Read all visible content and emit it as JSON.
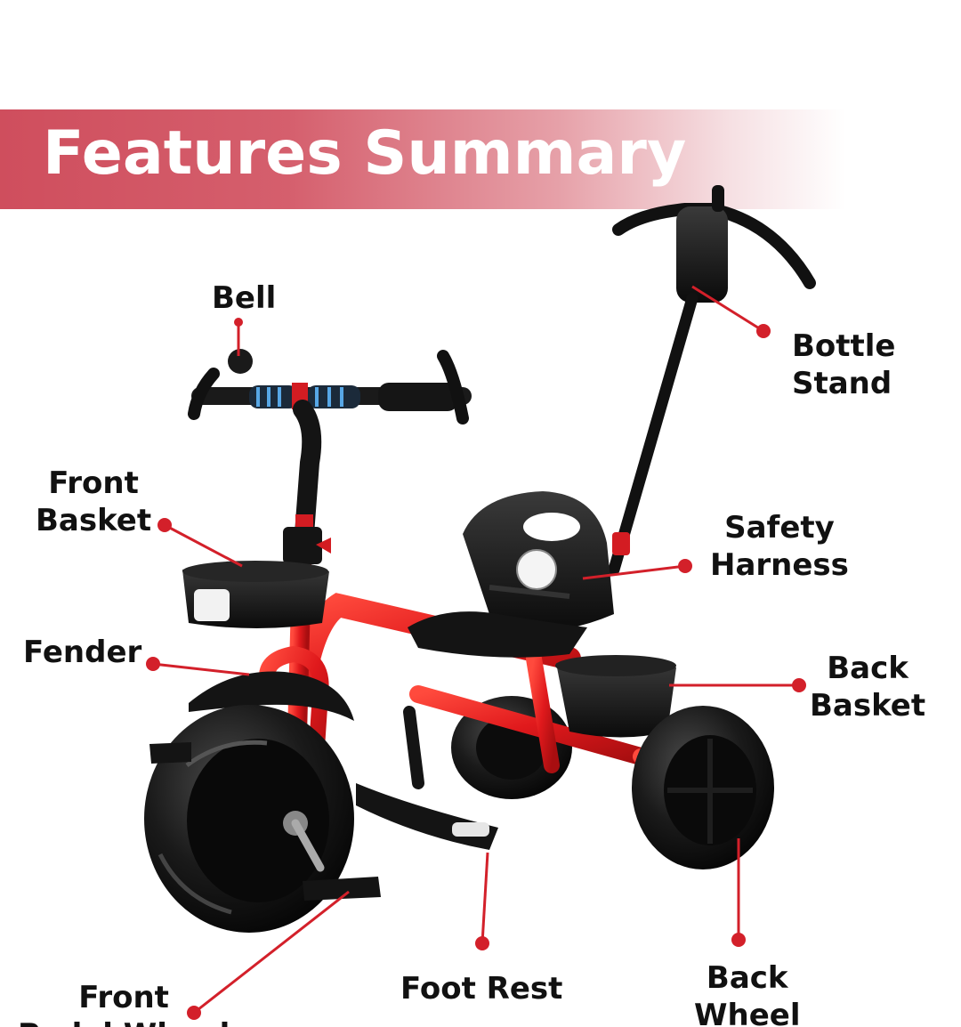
{
  "banner": {
    "title": "Features Summary",
    "gradient_start": "#cf4e5d",
    "gradient_end": "#ffffff"
  },
  "colors": {
    "frame_red": "#e0191c",
    "callout_red": "#d3202a",
    "plastic_black": "#151515",
    "background": "#ffffff"
  },
  "labels": {
    "bell": "Bell",
    "bottle_stand": [
      "Bottle",
      "Stand"
    ],
    "front_basket": [
      "Front",
      "Basket"
    ],
    "safety_harness": [
      "Safety",
      "Harness"
    ],
    "fender": "Fender",
    "back_basket": [
      "Back",
      "Basket"
    ],
    "front_pedal_wheel": [
      "Front",
      "Pedal Wheel"
    ],
    "foot_rest": "Foot Rest",
    "back_wheel": [
      "Back",
      "Wheel"
    ]
  }
}
